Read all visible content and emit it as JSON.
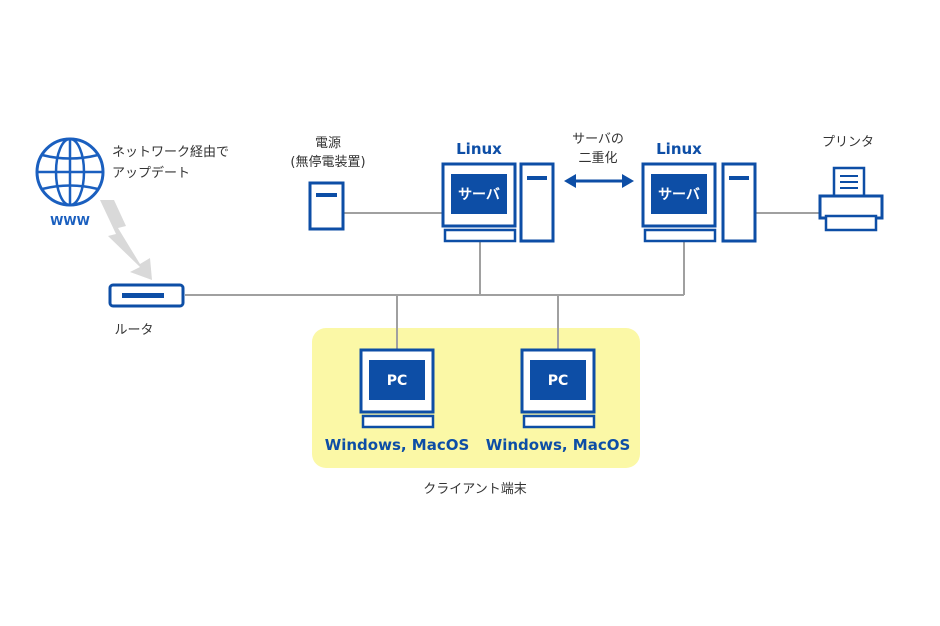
{
  "internet": {
    "icon": "globe-icon",
    "label": "WWW",
    "note_line1": "ネットワーク経由で",
    "note_line2": "アップデート"
  },
  "router": {
    "icon": "router-icon",
    "label": "ルータ"
  },
  "power": {
    "icon": "power-unit-icon",
    "label_line1": "電源",
    "label_line2": "(無停電装置)"
  },
  "servers": [
    {
      "os": "Linux",
      "screen": "サーバ"
    },
    {
      "os": "Linux",
      "screen": "サーバ"
    }
  ],
  "redundancy": {
    "line1": "サーバの",
    "line2": "二重化"
  },
  "printer": {
    "icon": "printer-icon",
    "label": "プリンタ"
  },
  "clients": [
    {
      "screen": "PC",
      "os": "Windows, MacOS"
    },
    {
      "screen": "PC",
      "os": "Windows, MacOS"
    }
  ],
  "client_group_label": "クライアント端末",
  "colors": {
    "blue": "#0d4ea6",
    "line": "#a0a0a0",
    "client_bg": "#fbf8a6",
    "bolt": "#d9d9d9"
  }
}
